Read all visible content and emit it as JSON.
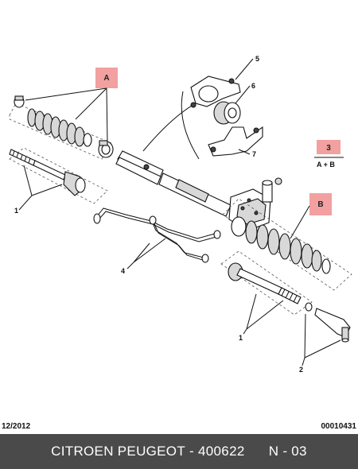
{
  "callouts": {
    "A": "A",
    "B": "B",
    "three": "3",
    "a_plus_b": "A + B"
  },
  "part_numbers": {
    "n1_left": "1",
    "n1_right": "1",
    "n2": "2",
    "n4": "4",
    "n5": "5",
    "n6": "6",
    "n7": "7"
  },
  "footer": {
    "date": "12/2012",
    "doc_number": "00010431"
  },
  "bottom_bar": {
    "brand": "CITROEN PEUGEOT",
    "separator": " - ",
    "part_number": "400622",
    "section": "N - 03"
  },
  "colors": {
    "callout_fill": "#f2a0a0",
    "bar_background": "#4a4a4a"
  }
}
